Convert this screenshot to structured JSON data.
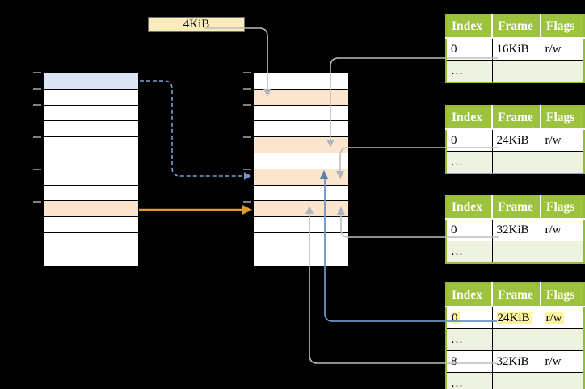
{
  "colors": {
    "background": "#000000",
    "row_white": "#ffffff",
    "row_blue": "#dbe5f4",
    "row_orange": "#fce5cd",
    "label_fill": "#fdecbb",
    "label_border": "#6e6e6e",
    "table_border": "#000000",
    "green_header": "#9dc23d",
    "green_border": "#96b939",
    "green_row": "#edf2e1",
    "highlight_yellow": "#fdf3a0",
    "header_text": "#ffffff",
    "cell_text": "#000000",
    "connector_gray": "#bdbdbd",
    "arrow_gray": "#aeb6c0",
    "connector_blue": "#6d93c4",
    "arrow_blue": "#5d80ae",
    "dashed_blue": "#7da0d2",
    "arrow_dashed_blue": "#6f94c8",
    "arrow_orange": "#dd9e27",
    "tick_gray": "#808080"
  },
  "size_label": "4KiB",
  "memory": {
    "left_rows": [
      "blue",
      "white",
      "white",
      "white",
      "white",
      "white",
      "white",
      "white",
      "orange",
      "white",
      "white",
      "white"
    ],
    "middle_rows": [
      "white",
      "orange",
      "white",
      "white",
      "orange",
      "white",
      "orange",
      "white",
      "orange",
      "white",
      "white",
      "white"
    ]
  },
  "page_tables": [
    {
      "headers": [
        "Index",
        "Frame",
        "Flags"
      ],
      "rows": [
        {
          "type": "value",
          "highlighted": false,
          "cells": [
            "0",
            "16KiB",
            "r/w"
          ]
        },
        {
          "type": "ellipsis",
          "highlighted": false,
          "cells": [
            "…",
            "",
            ""
          ]
        }
      ]
    },
    {
      "headers": [
        "Index",
        "Frame",
        "Flags"
      ],
      "rows": [
        {
          "type": "value",
          "highlighted": false,
          "cells": [
            "0",
            "24KiB",
            "r/w"
          ]
        },
        {
          "type": "ellipsis",
          "highlighted": false,
          "cells": [
            "…",
            "",
            ""
          ]
        }
      ]
    },
    {
      "headers": [
        "Index",
        "Frame",
        "Flags"
      ],
      "rows": [
        {
          "type": "value",
          "highlighted": false,
          "cells": [
            "0",
            "32KiB",
            "r/w"
          ]
        },
        {
          "type": "ellipsis",
          "highlighted": false,
          "cells": [
            "…",
            "",
            ""
          ]
        }
      ]
    },
    {
      "headers": [
        "Index",
        "Frame",
        "Flags"
      ],
      "rows": [
        {
          "type": "value",
          "highlighted": true,
          "cells": [
            "0",
            "24KiB",
            "r/w"
          ]
        },
        {
          "type": "ellipsis",
          "highlighted": false,
          "cells": [
            "…",
            "",
            ""
          ]
        },
        {
          "type": "value",
          "highlighted": false,
          "cells": [
            "8",
            "32KiB",
            "r/w"
          ]
        },
        {
          "type": "ellipsis",
          "highlighted": false,
          "cells": [
            "…",
            "",
            ""
          ]
        }
      ]
    }
  ],
  "connections": [
    {
      "from": "size-label",
      "to": "physical-frame-4KiB",
      "style": "gray-solid"
    },
    {
      "from": "pt0-entry-16KiB",
      "to": "physical-frame-16KiB",
      "style": "gray-solid"
    },
    {
      "from": "pt1-entry-24KiB",
      "to": "physical-frame-24KiB",
      "style": "gray-solid"
    },
    {
      "from": "pt2-entry-32KiB",
      "to": "physical-frame-32KiB",
      "style": "gray-solid"
    },
    {
      "from": "pt3-entry-24KiB",
      "to": "physical-frame-24KiB",
      "style": "blue-solid"
    },
    {
      "from": "pt3-entry-32KiB",
      "to": "physical-frame-32KiB",
      "style": "gray-solid"
    },
    {
      "from": "virtual-row-1",
      "to": "physical-frame-24KiB",
      "style": "blue-dashed"
    },
    {
      "from": "virtual-row-9",
      "to": "physical-frame-32KiB",
      "style": "orange-solid"
    }
  ]
}
